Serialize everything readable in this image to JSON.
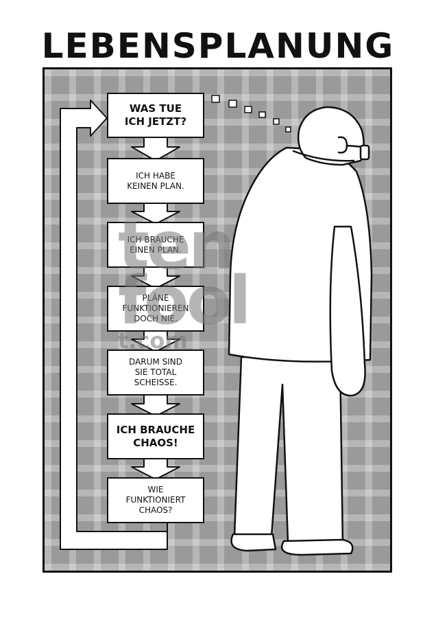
{
  "title": "LEBENSPLANUNG",
  "steps": [
    {
      "text": "WAS TUE\nICH JETZT?",
      "bold": true
    },
    {
      "text": "ICH HABE\nKEINEN PLAN.",
      "bold": false
    },
    {
      "text": "ICH BRAUCHE\nEINEN PLAN.",
      "bold": false
    },
    {
      "text": "PLÄNE\nFUNKTIONIEREN\nDOCH NIE.",
      "bold": false
    },
    {
      "text": "DARUM SIND\nSIE TOTAL\nSCHEISSE.",
      "bold": false
    },
    {
      "text": "ICH BRAUCHE\nCHAOS!",
      "bold": true
    },
    {
      "text": "WIE\nFUNKTIONIERT\nCHAOS?",
      "bold": false
    }
  ],
  "watermark": {
    "line1": "ten",
    "line2": "fool",
    "line3": "t.com"
  },
  "colors": {
    "ink": "#111111",
    "plaid": "#9a9a9a",
    "paper": "#ffffff"
  }
}
